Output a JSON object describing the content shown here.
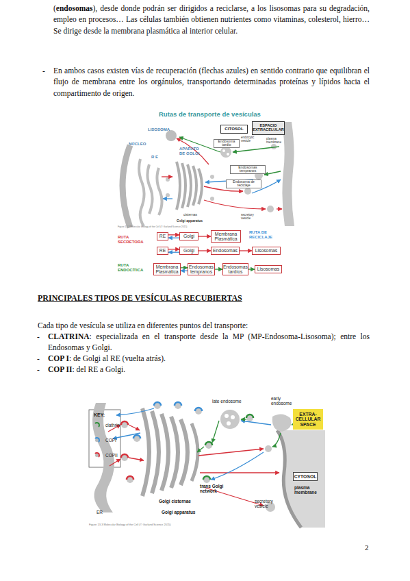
{
  "diagram": {
    "title": "Rutas de transporte de vesículas",
    "nodes": [
      {
        "text": [
          "CITOSOL"
        ]
      },
      {
        "text": [
          "ESPACIO EXTRACELULAR"
        ]
      },
      {
        "text": [
          "Endosoma tardío"
        ]
      },
      {
        "text": [
          "Endosomas tempranos"
        ]
      },
      {
        "text": [
          "Endosoma de reciclaje"
        ]
      },
      {
        "text": [
          "RE"
        ]
      },
      {
        "text": [
          "Golgi"
        ]
      },
      {
        "text": [
          "Membrana Plasmática"
        ]
      },
      {
        "text": [
          "RE"
        ]
      },
      {
        "text": [
          "Golgi"
        ]
      },
      {
        "text": [
          "Endosomas"
        ]
      },
      {
        "text": [
          "Lisosomas"
        ]
      },
      {
        "text": [
          "Membrana Plasmática"
        ]
      },
      {
        "text": [
          "Endosomas tempranos"
        ]
      },
      {
        "text": [
          "Endosomas tardíos"
        ]
      },
      {
        "text": [
          "Lisosomas"
        ]
      },
      {
        "text": [
          "EXTRA-CELLULAR SPACE"
        ]
      },
      {
        "text": [
          "CYTOSOL"
        ]
      }
    ],
    "edges": [
      {
        "from": 5,
        "to": 6,
        "arrow": "to"
      },
      {
        "from": 6,
        "to": 5,
        "arrow": "to"
      },
      {
        "from": 6,
        "to": 7,
        "arrow": "to"
      },
      {
        "from": 8,
        "to": 9,
        "arrow": "to"
      },
      {
        "from": 9,
        "to": 8,
        "arrow": "to"
      },
      {
        "from": 9,
        "to": 10,
        "arrow": "to"
      },
      {
        "from": 10,
        "to": 11,
        "arrow": "to"
      },
      {
        "from": 12,
        "to": 13,
        "arrow": "to"
      },
      {
        "from": 13,
        "to": 12,
        "arrow": "to"
      },
      {
        "from": 13,
        "to": 14,
        "arrow": "to"
      },
      {
        "from": 14,
        "to": 15,
        "arrow": "to"
      }
    ],
    "labels": [
      "(",
      "endosomas",
      "), desde donde podrán ser dirigidos a reciclarse, a los lisosomas para su degradación, empleo en procesos… Las células también obtienen nutrientes como vitaminas, colesterol, hierro… Se dirige desde la membrana plasmática al interior celular.",
      "-",
      "En ambos casos existen vías de recuperación (flechas azules) en sentido contrario que equilibran el flujo de membrana entre los orgánulos, transportando determinadas proteínas y lípidos hacia el compartimento de origen.",
      "LISOSOMA",
      "NÚCLEO",
      "R E",
      "APARATO DE GOLGI",
      "endocytic vesicle",
      "plasma membrane",
      "secretory vesicle",
      "cisternas",
      "Golgi apparatus",
      "Figure 13-3 Molecular Biology of the Cell (© Garland Science 2015)",
      "RUTA SECRETORA",
      "RUTA DE RECICLAJE",
      "RUTA ENDOCÍTICA",
      "PRINCIPALES TIPOS DE VESÍCULAS RECUBIERTAS",
      "Cada tipo de vesícula se utiliza en diferentes puntos del transporte:",
      "-",
      "CLATRINA",
      ": especializada en el transporte desde la MP (MP-Endosoma-Lisosoma); entre los Endosomas y Golgi.",
      "-",
      "COP I",
      ": de Golgi al RE (vuelta atrás).",
      "-",
      "COP II",
      ": del RE a Golgi.",
      "KEY:",
      "late endosome",
      "early endosome",
      "plasma membrane",
      "trans Golgi network",
      "secretory vesicle",
      "Golgi cisternae",
      "Golgi apparatus",
      "ER",
      "Figure 13-3 Molecular Biology of the Cell (© Garland Science 2015)",
      "2"
    ],
    "legend": [
      {
        "text": "clathrin",
        "color": "#2f8f3a"
      },
      {
        "text": "COPI",
        "color": "#3b8fd6"
      },
      {
        "text": "COPII",
        "color": "#d6303a"
      }
    ]
  }
}
